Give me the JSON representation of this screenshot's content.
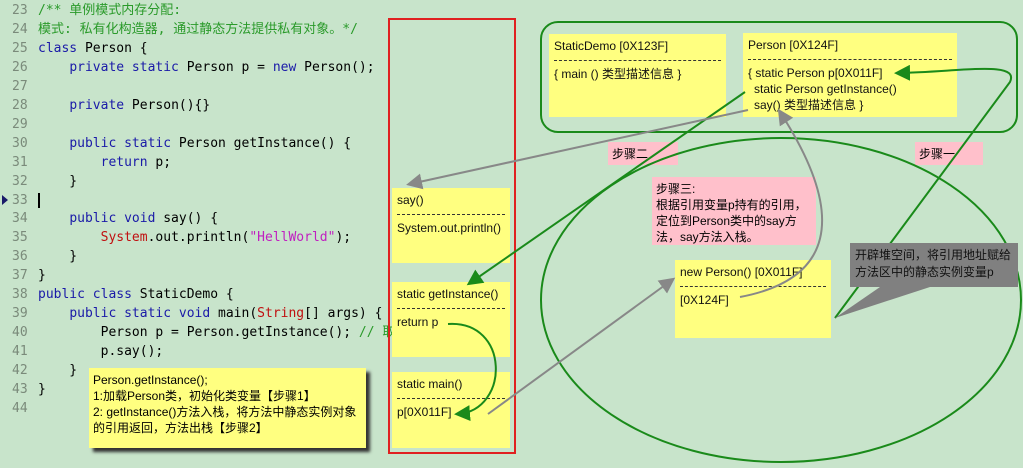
{
  "code": {
    "lines": [
      {
        "n": "23",
        "segs": [
          [
            "cm",
            "/** 单例模式内存分配:"
          ]
        ]
      },
      {
        "n": "24",
        "segs": [
          [
            "cm",
            "模式: 私有化构造器, 通过静态方法提供私有对象。*/"
          ]
        ]
      },
      {
        "n": "25",
        "segs": [
          [
            "kw",
            "class"
          ],
          [
            "",
            "Person {"
          ]
        ]
      },
      {
        "n": "26",
        "segs": [
          [
            "",
            "    "
          ],
          [
            "kw",
            "private static"
          ],
          [
            "",
            " Person p = "
          ],
          [
            "kw",
            "new"
          ],
          [
            "",
            " Person();"
          ]
        ]
      },
      {
        "n": "27",
        "segs": []
      },
      {
        "n": "28",
        "segs": [
          [
            "",
            "    "
          ],
          [
            "kw",
            "private"
          ],
          [
            "",
            " Person(){}"
          ]
        ]
      },
      {
        "n": "29",
        "segs": []
      },
      {
        "n": "30",
        "segs": [
          [
            "",
            "    "
          ],
          [
            "kw",
            "public static"
          ],
          [
            "",
            " Person getInstance() {"
          ]
        ]
      },
      {
        "n": "31",
        "segs": [
          [
            "",
            "        "
          ],
          [
            "kw",
            "return"
          ],
          [
            "",
            " p;"
          ]
        ]
      },
      {
        "n": "32",
        "segs": [
          [
            "",
            "    }"
          ]
        ]
      },
      {
        "n": "33",
        "segs": [],
        "cursor": true
      },
      {
        "n": "34",
        "segs": [
          [
            "",
            "    "
          ],
          [
            "kw",
            "public void"
          ],
          [
            "",
            " say() {"
          ]
        ]
      },
      {
        "n": "35",
        "segs": [
          [
            "",
            "        "
          ],
          [
            "rd",
            "System"
          ],
          [
            "",
            ".out.println("
          ],
          [
            "st",
            "\"HellWorld\""
          ],
          [
            "",
            ");"
          ]
        ]
      },
      {
        "n": "36",
        "segs": [
          [
            "",
            "    }"
          ]
        ]
      },
      {
        "n": "37",
        "segs": [
          [
            "",
            "}"
          ]
        ]
      },
      {
        "n": "38",
        "segs": [
          [
            "kw",
            "public class"
          ],
          [
            "",
            " StaticDemo {"
          ]
        ]
      },
      {
        "n": "39",
        "segs": [
          [
            "",
            "    "
          ],
          [
            "kw",
            "public static void"
          ],
          [
            "",
            " main("
          ],
          [
            "rd",
            "String"
          ],
          [
            "",
            "[] args) {"
          ]
        ]
      },
      {
        "n": "40",
        "segs": [
          [
            "",
            "        Person p = Person.getInstance(); "
          ],
          [
            "cm",
            "// 取得Per"
          ]
        ]
      },
      {
        "n": "41",
        "segs": [
          [
            "",
            "        p.say();"
          ]
        ]
      },
      {
        "n": "42",
        "segs": [
          [
            "",
            "    }"
          ]
        ]
      },
      {
        "n": "43",
        "segs": [
          [
            "",
            "}"
          ]
        ]
      },
      {
        "n": "44",
        "segs": []
      }
    ]
  },
  "tooltip": {
    "l1": "Person.getInstance();",
    "l2": "1:加载Person类，初始化类变量【步骤1】",
    "l3": "2: getInstance()方法入栈，将方法中静态实例对象",
    "l4": "的引用返回，方法出栈【步骤2】"
  },
  "stack": {
    "say": {
      "title": "say()",
      "body": "System.out.println()"
    },
    "getInstance": {
      "title": "static getInstance()",
      "body": "return p"
    },
    "main": {
      "title": "static main()",
      "body": "p[0X011F]"
    }
  },
  "method_area": {
    "staticdemo": {
      "title": "StaticDemo [0X123F]",
      "body": "{ main ()  类型描述信息  }"
    },
    "person": {
      "title": "Person [0X124F]",
      "l1": "{ static Person p[0X011F]",
      "l2": "static Person getInstance()",
      "l3": "say() 类型描述信息  }"
    }
  },
  "heap": {
    "title": "new Person() [0X011F]",
    "body": "[0X124F]"
  },
  "steps": {
    "step2": "步骤二",
    "step1": "步骤一",
    "step3_title": "步骤三:",
    "step3_body": "根据引用变量p持有的引用，定位到Person类中的say方法，say方法入栈。"
  },
  "callout": "开辟堆空间，将引用地址赋给方法区中的静态实例变量p"
}
